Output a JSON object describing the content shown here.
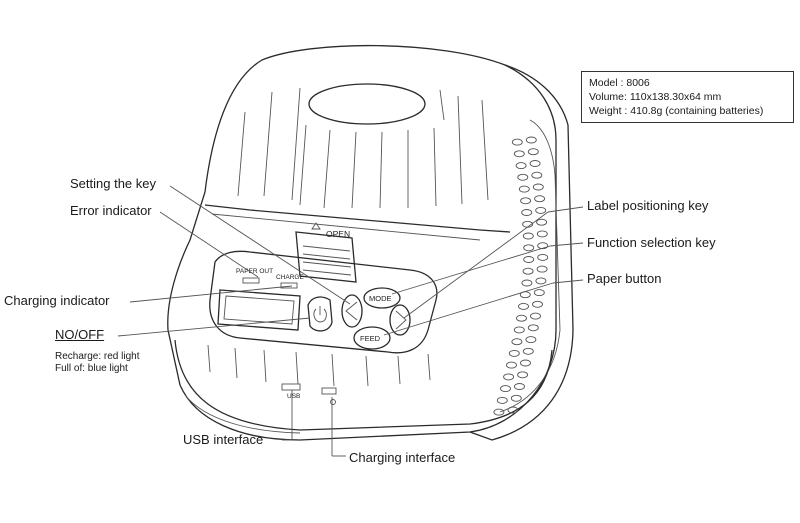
{
  "specs": {
    "model": "Model  :  8006",
    "volume": "Volume: 110x138.30x64 mm",
    "weight": "Weight : 410.8g  (containing batteries)"
  },
  "callouts": {
    "setting_key": "Setting the key",
    "error_indicator": "Error indicator",
    "charging_indicator": "Charging indicator",
    "power_switch": "NO/OFF",
    "recharge_note": "Recharge: red light",
    "full_note": "Full of: blue light",
    "usb_interface": "USB interface",
    "charging_interface": "Charging interface",
    "label_positioning_key": "Label positioning key",
    "function_selection_key": "Function selection key",
    "paper_button": "Paper button"
  },
  "device_marks": {
    "open": "OPEN",
    "paper_out": "PAPER OUT",
    "charge": "CHARGE",
    "mode": "MODE",
    "feed": "FEED",
    "usb": "USB"
  }
}
